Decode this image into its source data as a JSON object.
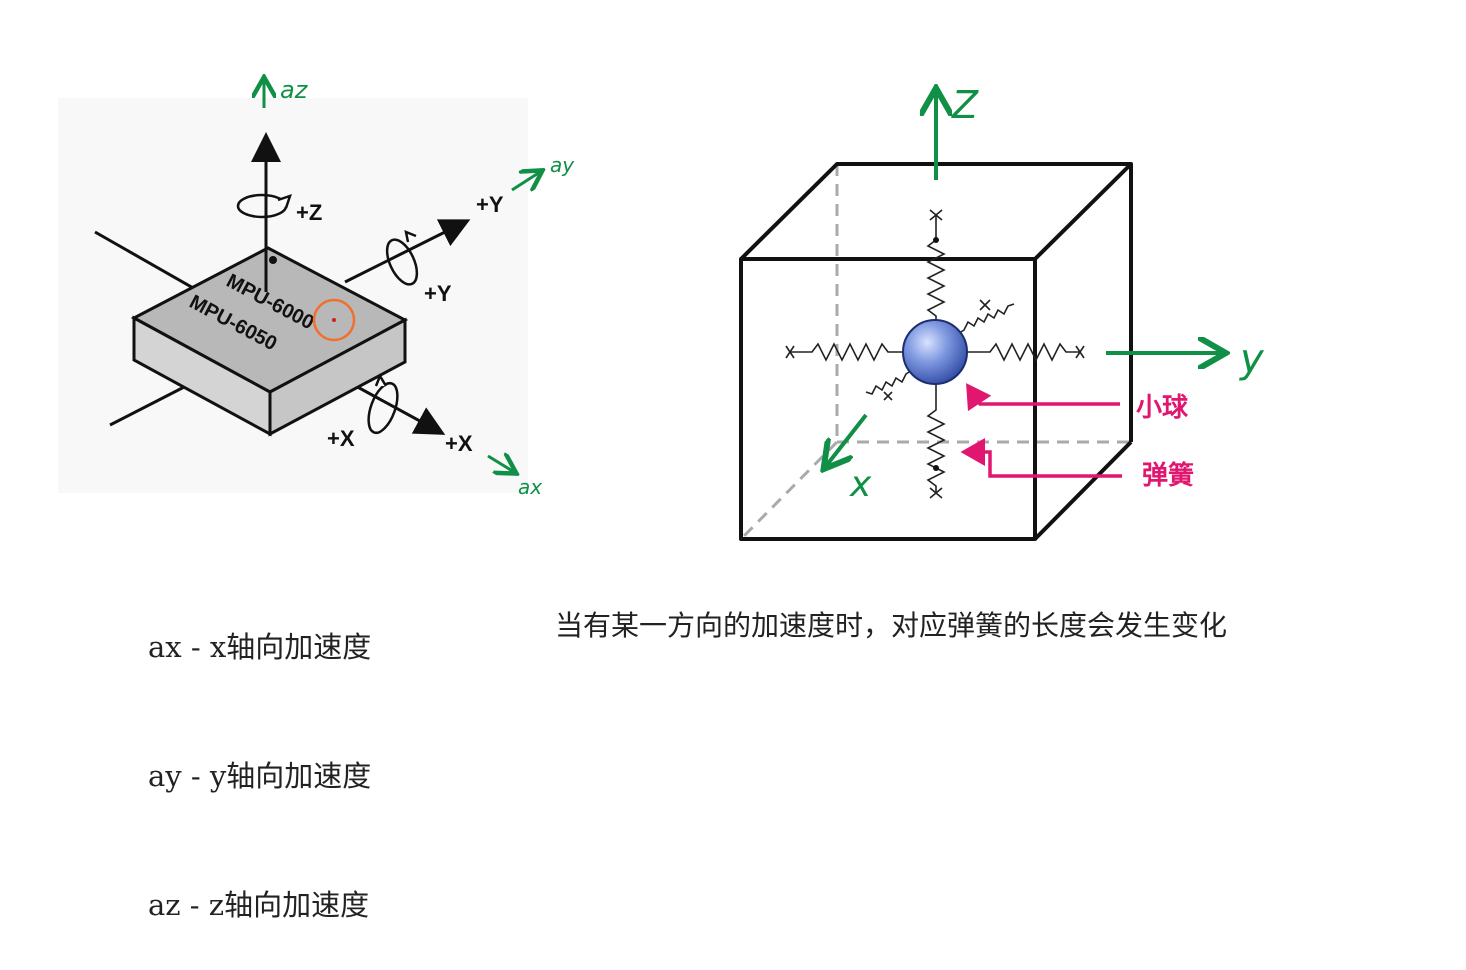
{
  "colors": {
    "green": "#109046",
    "pink": "#e0166f",
    "chip_top": "#b8b8b8",
    "chip_side": "#d8d8d8",
    "ball": "#5b79c9",
    "cursor_ring": "#f07030",
    "dashed": "#aaaaaa"
  },
  "chip": {
    "label_line1": "MPU-6000",
    "label_line2": "MPU-6050",
    "axis_plus_z": "+Z",
    "axis_plus_y_arrow": "+Y",
    "axis_plus_y_rot": "+Y",
    "axis_plus_x_rot": "+X",
    "axis_plus_x_arrow": "+X",
    "accel_z": "az",
    "accel_y": "ay",
    "accel_x": "ax"
  },
  "cube": {
    "axis_z": "Z",
    "axis_y": "y",
    "axis_x": "x",
    "ball_label": "小球",
    "spring_label": "弹簧"
  },
  "legend": {
    "line1": "ax - x轴向加速度",
    "line2": "ay - y轴向加速度",
    "line3": "az - z轴向加速度"
  },
  "caption": "当有某一方向的加速度时，对应弹簧的长度会发生变化"
}
